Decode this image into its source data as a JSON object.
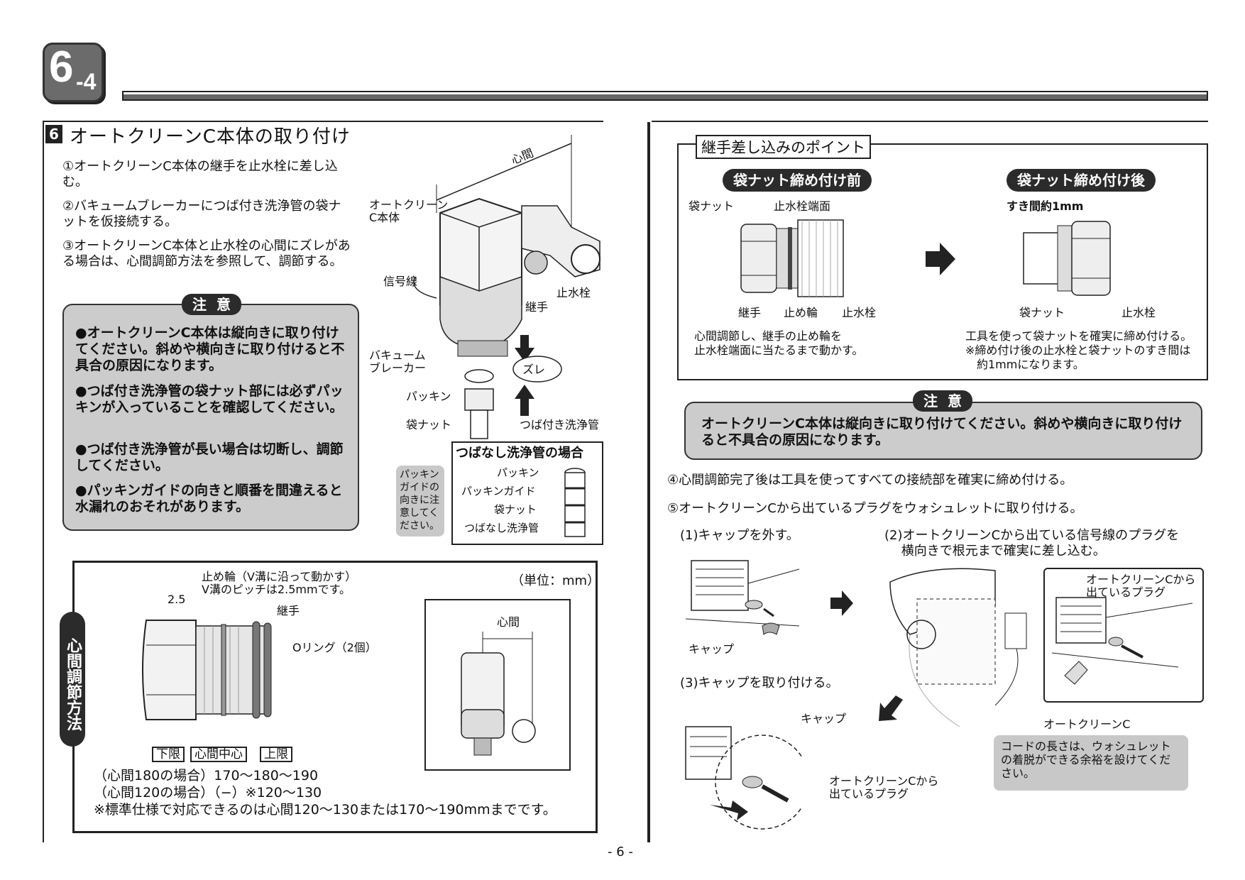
{
  "header": {
    "badge_big": "6",
    "badge_small": "-4"
  },
  "section": {
    "number": "6",
    "title": "オートクリーンC本体の取り付け",
    "steps": [
      "①オートクリーンC本体の継手を止水栓に差し込む。",
      "②バキュームブレーカーにつば付き洗浄管の袋ナットを仮接続する。",
      "③オートクリーンC本体と止水栓の心間にズレがある場合は、心間調節方法を参照して、調節する。"
    ]
  },
  "caution_left": {
    "label": "注意",
    "bullets": [
      "●オートクリーンC本体は縦向きに取り付けてください。斜めや横向きに取り付けると不具合の原因になります。",
      "●つば付き洗浄管の袋ナット部には必ずパッキンが入っていることを確認してください。",
      "●つば付き洗浄管が長い場合は切断し、調節してください。",
      "●パッキンガイドの向きと順番を間違えると水漏れのおそれがあります。"
    ]
  },
  "main_diagram": {
    "shinkan": "心間",
    "body": "オートクリーン\nC本体",
    "signal": "信号線",
    "stopcock": "止水栓",
    "joint": "継手",
    "vacuum": "バキューム\nブレーカー",
    "zure": "ズレ",
    "packing": "パッキン",
    "nut": "袋ナット",
    "tsuba": "つば付き洗浄管"
  },
  "no_flange": {
    "title": "つばなし洗浄管の場合",
    "note": "パッキン\nガイドの\n向きに注\n意してく\nださい。",
    "packing": "パッキン",
    "guide": "パッキンガイド",
    "nut": "袋ナット",
    "pipe": "つばなし洗浄管"
  },
  "adjust": {
    "side_title": "心間調節方法",
    "unit": "（単位：mm）",
    "ring_note": "止め輪（V溝に沿って動かす）\nV溝のピッチは2.5mmです。",
    "pitch": "2.5",
    "joint": "継手",
    "oring": "Oリング（2個）",
    "lower": "下限",
    "center": "心間中心",
    "upper": "上限",
    "shinkan": "心間",
    "line1": "（心間180の場合）170〜180〜190",
    "line2": "（心間120の場合）（−）※120〜130",
    "line3": "※標準仕様で対応できるのは心間120〜130または170〜190mmまでです。"
  },
  "point": {
    "title": "継手差し込みのポイント",
    "before": "袋ナット締め付け前",
    "after": "袋ナット締め付け後",
    "nut": "袋ナット",
    "stop_face": "止水栓端面",
    "joint": "継手",
    "ring": "止め輪",
    "stopcock": "止水栓",
    "gap": "すき間約1mm",
    "before_desc": "心間調節し、継手の止め輪を\n止水栓端面に当たるまで動かす。",
    "after_desc": "工具を使って袋ナットを確実に締め付ける。\n※締め付け後の止水栓と袋ナットのすき間は\n　約1mmになります。"
  },
  "caution_right": {
    "label": "注意",
    "text": "オートクリーンC本体は縦向きに取り付けてください。斜めや横向きに取り付けると不具合の原因になります。"
  },
  "steps_right": {
    "s4": "④心間調節完了後は工具を使ってすべての接続部を確実に締め付ける。",
    "s5": "⑤オートクリーンCから出ているプラグをウォシュレットに取り付ける。",
    "sub1": "(1)キャップを外す。",
    "sub2": "(2)オートクリーンCから出ている信号線のプラグを\n　 横向きで根元まで確実に差し込む。",
    "sub3": "(3)キャップを取り付ける。",
    "cap": "キャップ",
    "cap2": "キャップ",
    "plug": "オートクリーンCから\n出ているプラグ",
    "plug2": "オートクリーンCから\n出ているプラグ",
    "ac": "オートクリーンC",
    "cord_note": "コードの長さは、ウォシュレットの着脱ができる余裕を設けてください。"
  },
  "footer": {
    "page": "- 6 -"
  }
}
